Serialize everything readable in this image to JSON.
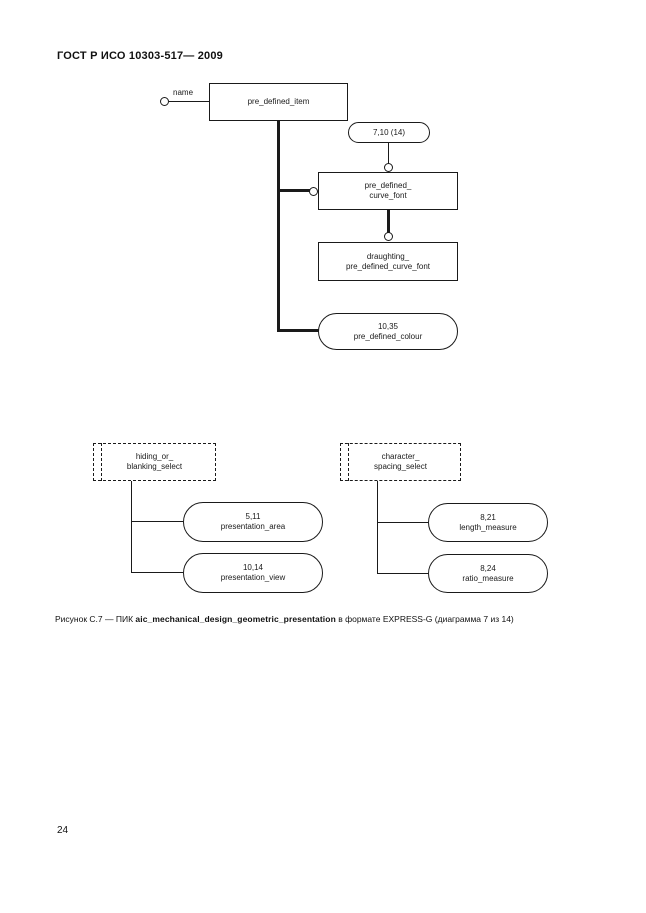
{
  "page": {
    "header": "ГОСТ Р ИСО 10303-517— 2009",
    "page_number": "24",
    "caption": {
      "prefix": "Рисунок С.7 — ПИК ",
      "bold": "aic_mechanical_design_geometric_presentation",
      "suffix": " в формате EXPRESS-G (диаграмма 7 из 14)"
    }
  },
  "colors": {
    "line": "#1a1a1a",
    "background": "#ffffff"
  },
  "diagram_top": {
    "attribute_label": "name",
    "entity_item": "pre_defined_item",
    "page_ref_in": "7,10 (14)",
    "entity_curve_font": {
      "line1": "pre_defined_",
      "line2": "curve_font"
    },
    "entity_draughting": {
      "line1": "draughting_",
      "line2": "pre_defined_curve_font"
    },
    "page_ref_colour": {
      "line1": "10,35",
      "line2": "pre_defined_colour"
    }
  },
  "diagram_bottom_left": {
    "select": {
      "line1": "hiding_or_",
      "line2": "blanking_select"
    },
    "ref_area": {
      "line1": "5,11",
      "line2": "presentation_area"
    },
    "ref_view": {
      "line1": "10,14",
      "line2": "presentation_view"
    }
  },
  "diagram_bottom_right": {
    "select": {
      "line1": "character_",
      "line2": "spacing_select"
    },
    "ref_length": {
      "line1": "8,21",
      "line2": "length_measure"
    },
    "ref_ratio": {
      "line1": "8,24",
      "line2": "ratio_measure"
    }
  }
}
